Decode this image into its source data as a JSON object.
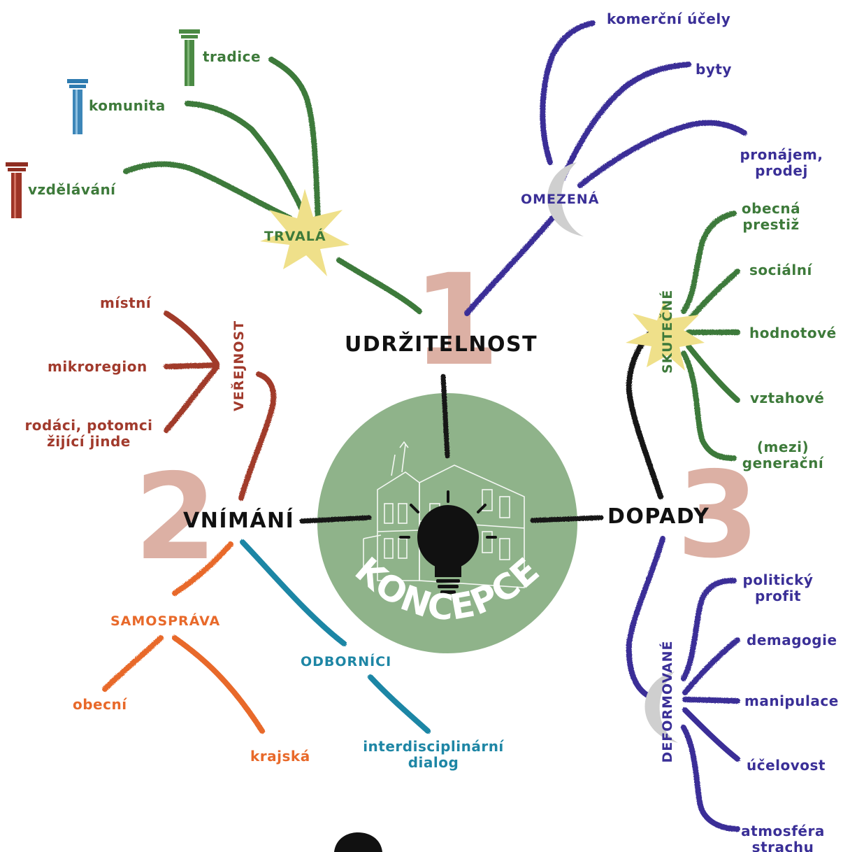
{
  "center": {
    "label": "KONCEPCE"
  },
  "colors": {
    "green": "#3d7a3a",
    "purple": "#3a2f97",
    "red": "#a13a2c",
    "orange": "#e8692a",
    "teal": "#1e86a5",
    "circle": "#8fb38a",
    "number": "#dcb0a4",
    "star": "#efe08a",
    "moon": "#cfcfcf"
  },
  "branch1": {
    "number": "1",
    "title": "UDRŽITELNOST",
    "trvala": {
      "label": "TRVALÁ",
      "items": [
        "tradice",
        "komunita",
        "vzdělávání"
      ]
    },
    "omezena": {
      "label": "OMEZENÁ",
      "items": [
        "komerční účely",
        "byty",
        "pronájem,\nprodej"
      ]
    }
  },
  "branch2": {
    "number": "2",
    "title": "VNÍMÁNÍ",
    "verejnost": {
      "label": "VEŘEJNOST",
      "items": [
        "místní",
        "mikroregion",
        "rodáci, potomci\nžijící jinde"
      ]
    },
    "samosprava": {
      "label": "SAMOSPRÁVA",
      "items": [
        "obecní",
        "krajská"
      ]
    },
    "odbornici": {
      "label": "ODBORNÍCI",
      "items": [
        "interdisciplinární\ndialog"
      ]
    }
  },
  "branch3": {
    "number": "3",
    "title": "DOPADY",
    "skutecne": {
      "label": "SKUTEČNÉ",
      "items": [
        "obecná\nprestiž",
        "sociální",
        "hodnotové",
        "vztahové",
        "(mezi)\ngenerační"
      ]
    },
    "deformovane": {
      "label": "DEFORMOVANÉ",
      "items": [
        "politický\nprofit",
        "demagogie",
        "manipulace",
        "účelovost",
        "atmosféra\nstrachu"
      ]
    }
  }
}
